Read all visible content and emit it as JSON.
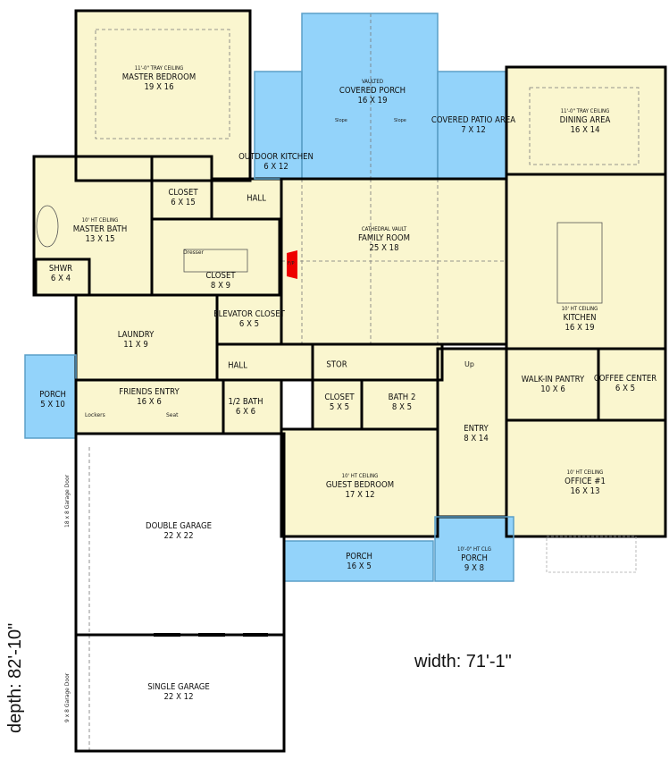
{
  "plan": {
    "colors": {
      "interior": "#faf6cf",
      "porch": "#93d3fa",
      "wall": "#000000",
      "fireplace": "#ee0000"
    },
    "rooms": [
      {
        "id": "master-bedroom",
        "ceiling": "11'-0\" Tray Ceiling",
        "name": "Master Bedroom",
        "size": "19 x 16"
      },
      {
        "id": "master-bath",
        "ceiling": "10' HT Ceiling",
        "name": "Master Bath",
        "size": "13 x 15"
      },
      {
        "id": "shower",
        "ceiling": "",
        "name": "Shwr",
        "size": "6 x 4"
      },
      {
        "id": "closet-6x15",
        "ceiling": "",
        "name": "Closet",
        "size": "6 x 15"
      },
      {
        "id": "closet-8x9",
        "ceiling": "",
        "name": "Closet",
        "size": "8 x 9"
      },
      {
        "id": "hall-upper",
        "ceiling": "",
        "name": "Hall",
        "size": ""
      },
      {
        "id": "outdoor-kitchen",
        "ceiling": "",
        "name": "Outdoor Kitchen",
        "size": "6 x 12"
      },
      {
        "id": "covered-porch",
        "ceiling": "Vaulted",
        "name": "Covered Porch",
        "size": "16 x 19"
      },
      {
        "id": "covered-patio",
        "ceiling": "",
        "name": "Covered Patio Area",
        "size": "7 x 12"
      },
      {
        "id": "dining",
        "ceiling": "11'-0\" Tray Ceiling",
        "name": "Dining Area",
        "size": "16 x 14"
      },
      {
        "id": "family-room",
        "ceiling": "Cathedral Vault",
        "name": "Family Room",
        "size": "25 x 18"
      },
      {
        "id": "kitchen",
        "ceiling": "10' HT Ceiling",
        "name": "Kitchen",
        "size": "16 x 19"
      },
      {
        "id": "elevator-closet",
        "ceiling": "",
        "name": "Elevator Closet",
        "size": "6 x 5"
      },
      {
        "id": "laundry",
        "ceiling": "",
        "name": "Laundry",
        "size": "11 x 9"
      },
      {
        "id": "hall-lower",
        "ceiling": "",
        "name": "Hall",
        "size": ""
      },
      {
        "id": "stor",
        "ceiling": "",
        "name": "Stor",
        "size": ""
      },
      {
        "id": "walk-in-pantry",
        "ceiling": "",
        "name": "Walk-in Pantry",
        "size": "10 x 6"
      },
      {
        "id": "coffee-center",
        "ceiling": "",
        "name": "Coffee Center",
        "size": "6 x 5"
      },
      {
        "id": "porch-side",
        "ceiling": "",
        "name": "Porch",
        "size": "5 x 10"
      },
      {
        "id": "friends-entry",
        "ceiling": "",
        "name": "Friends Entry",
        "size": "16 x 6"
      },
      {
        "id": "half-bath",
        "ceiling": "",
        "name": "1/2 Bath",
        "size": "6 x 6"
      },
      {
        "id": "closet-5x5",
        "ceiling": "",
        "name": "Closet",
        "size": "5 x 5"
      },
      {
        "id": "bath-2",
        "ceiling": "",
        "name": "Bath 2",
        "size": "8 x 5"
      },
      {
        "id": "entry",
        "ceiling": "",
        "name": "Entry",
        "size": "8 x 14"
      },
      {
        "id": "guest-bedroom",
        "ceiling": "10' HT Ceiling",
        "name": "Guest Bedroom",
        "size": "17 x 12"
      },
      {
        "id": "office",
        "ceiling": "10' HT Ceiling",
        "name": "Office #1",
        "size": "16 x 13"
      },
      {
        "id": "porch-front-left",
        "ceiling": "",
        "name": "Porch",
        "size": "16 x 5"
      },
      {
        "id": "porch-front",
        "ceiling": "10'-0\" HT CLG",
        "name": "Porch",
        "size": "9 x 8"
      },
      {
        "id": "double-garage",
        "ceiling": "",
        "name": "Double Garage",
        "size": "22 x 22"
      },
      {
        "id": "single-garage",
        "ceiling": "",
        "name": "Single Garage",
        "size": "22 x 12"
      }
    ],
    "annotations": {
      "dresser": "Dresser",
      "lockers": "Lockers",
      "seat": "Seat",
      "up": "Up",
      "slope": "Slope",
      "fireplace": "F/P",
      "garage_door_double": "18 x 8 Garage Door",
      "garage_door_single": "9 x 8 Garage Door"
    },
    "dimensions": {
      "width": "width: 71'-1\"",
      "depth": "depth: 82'-10\""
    }
  }
}
